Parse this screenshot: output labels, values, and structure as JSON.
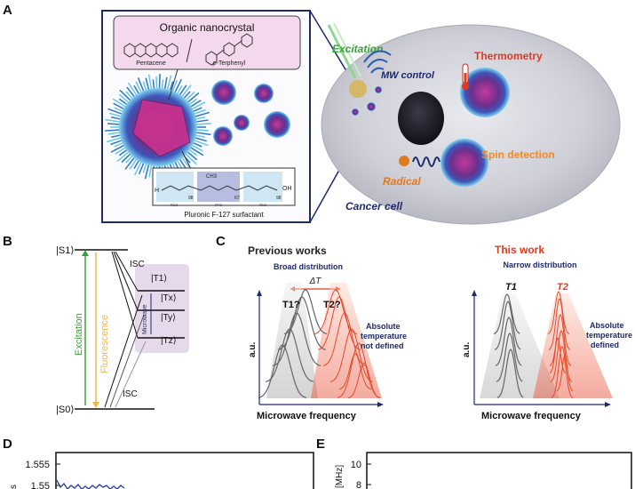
{
  "panels": {
    "A": {
      "letter": "A",
      "inset_title": "Organic nanocrystal",
      "molecule_1": "Pentacene",
      "molecule_2": "p-Terphenyl",
      "molecule_2_prefix": "p",
      "molecule_2_rest": "-Terphenyl",
      "polymer_subscripts": [
        "98",
        "67",
        "98"
      ],
      "polymer_units": [
        "PEO",
        "PPO",
        "PEO"
      ],
      "polymer_end_left": "H",
      "polymer_end_right": "OH",
      "polymer_methyl": "CH3",
      "surfactant_label": "Pluronic F-127 surfactant",
      "excitation": "Excitation",
      "mw_control": "MW control",
      "thermometry": "Thermometry",
      "spin_detection": "Spin detection",
      "radical": "Radical",
      "cancer_cell": "Cancer cell",
      "colors": {
        "excitation": "#3aa23a",
        "thermometry": "#e03a1e",
        "spin": "#f08a24",
        "radical": "#e07a1e",
        "cell_label": "#1f2a6b"
      }
    },
    "B": {
      "letter": "B",
      "s1": "|S1⟩",
      "s0": "|S0⟩",
      "t1": "|T1⟩",
      "tx": "|Tx⟩",
      "ty": "|Ty⟩",
      "tz": "|Tz⟩",
      "isc_top": "ISC",
      "isc_bottom": "ISC",
      "excitation": "Excitation",
      "fluorescence": "Fluorescence",
      "microwave": "Microwave"
    },
    "C": {
      "letter": "C",
      "previous_title": "Previous works",
      "previous_distribution": "Broad distribution",
      "delta_t": "ΔT",
      "t1_q": "T1?",
      "t2_q": "T2?",
      "previous_note": [
        "Absolute",
        "temperature",
        "not defined"
      ],
      "previous_yaxis": "a.u.",
      "previous_xaxis": "Microwave frequency",
      "this_title": "This work",
      "this_distribution": "Narrow distribution",
      "t1": "T1",
      "t2": "T2",
      "this_note": [
        "Absolute",
        "temperature",
        "defined"
      ],
      "this_yaxis": "a.u.",
      "this_xaxis": "Microwave frequency"
    },
    "D": {
      "letter": "D",
      "yaxis_label": "s",
      "ticks": [
        "1.555",
        "1.55"
      ]
    },
    "E": {
      "letter": "E",
      "yaxis_label": "[MHz]",
      "ticks": [
        "10",
        "8"
      ]
    }
  }
}
